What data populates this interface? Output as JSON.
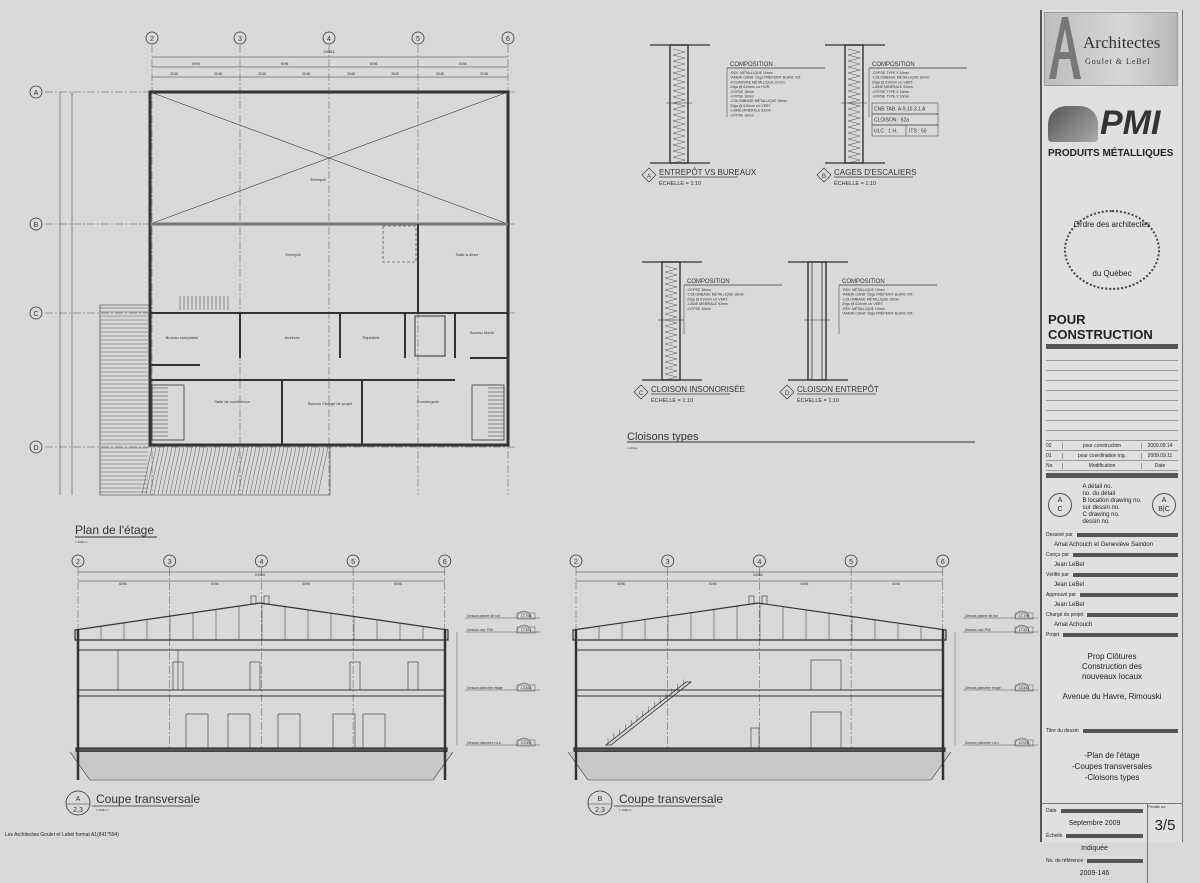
{
  "plan": {
    "title": "Plan de l'étage",
    "scale": "1:100mm",
    "grid_columns": [
      "2",
      "3",
      "4",
      "5",
      "6"
    ],
    "grid_rows": [
      "A",
      "B",
      "C",
      "D"
    ],
    "dim_total": "24384",
    "dim_bay": "6096",
    "dim_half": "3048",
    "rooms": [
      "Entrepôt",
      "Entrepôt",
      "Salle à dîner",
      "Bureau comptable",
      "Archives",
      "Papeterie",
      "Bureau Marie",
      "Salle de conférence",
      "Bureau Chargé de projet",
      "Conciergerie"
    ]
  },
  "details": [
    {
      "letter": "A",
      "title": "ENTREPÔT VS BUREAUX",
      "scale": "ÉCHELLE = 1:10",
      "heading": "COMPOSITION",
      "lines": [
        "-REV. MÉTALLIQUE 19mm",
        "\"AMERI-CANA\" 29ga PRÉPEINT BLANC INT.",
        "-FOURRURE MÉTALLIQUE 22mm",
        "24ga @ 610mm c/c HOR.",
        "-GYPSE 16mm",
        "-GYPSE 16mm",
        "-COLOMBAGE MÉTALLIQUE 92mm",
        "20ga @ 610mm c/c VERT.",
        "-LAINE MINÉRALE 92mm",
        "-GYPSE 16mm"
      ]
    },
    {
      "letter": "B",
      "title": "CAGES D'ESCALIERS",
      "scale": "ÉCHELLE = 1:10",
      "heading": "COMPOSITION",
      "lines": [
        "-GYPSE TYPE X 16mm",
        "-COLOMBAGE MÉTALLIQUE 92mm",
        "20ga @ 610mm c/c VERT.",
        "-LAINE MINÉRALE 92mm",
        "-GYPSE TYPE X 16mm",
        "-GYPSE TYPE X 16mm"
      ],
      "cnb": "CNB TAB. A-9.10.3.1.A",
      "cloison": "CLOISON : 52a",
      "ulc": "ULC : 1 H.",
      "its": "ITS : 50"
    },
    {
      "letter": "C",
      "title": "CLOISON INSONORISÉE",
      "scale": "ÉCHELLE = 1:10",
      "heading": "COMPOSITION",
      "lines": [
        "-GYPSE 16mm",
        "-COLOMBAGE MÉTALLIQUE 92mm",
        "20ga @ 610mm c/c VERT.",
        "-LAINE MINÉRALE 92mm",
        "-GYPSE 16mm"
      ]
    },
    {
      "letter": "D",
      "title": "CLOISON ENTREPÔT",
      "scale": "ÉCHELLE = 1:10",
      "heading": "COMPOSITION",
      "lines": [
        "-REV. MÉTALLIQUE 19mm",
        "\"AMERI-CANA\" 29ga PRÉPEINT BLANC INT.",
        "-COLOMBAGE MÉTALLIQUE 92mm",
        "20ga @ 610mm c/c VERT.",
        "-REV. MÉTALLIQUE 19mm",
        "\"AMERI-CANA\" 29ga PRÉPEINT BLANC INT."
      ]
    }
  ],
  "cloisons": {
    "title": "Cloisons types",
    "scale": "1:10mm"
  },
  "sections": [
    {
      "letter": "A",
      "ref": "2,3",
      "title": "Coupe transversale",
      "scale": "1:100mm"
    },
    {
      "letter": "B",
      "ref": "2,3",
      "title": "Coupe transversale",
      "scale": "1:100mm"
    }
  ],
  "levels": [
    {
      "label": "Dessus panne de toit",
      "value": "17.798"
    },
    {
      "label": "Dessus mur PMI",
      "value": "17.521"
    },
    {
      "label": "Dessus plancher étage",
      "value": "13.543"
    },
    {
      "label": "Dessus plancher r.d.c.",
      "value": "10.000"
    }
  ],
  "titleblock": {
    "arch_logo": "Architectes",
    "arch_logo_sub": "Goulet & LeBel",
    "pmi_logo": "PMI",
    "pmi_sub": "PRODUITS MÉTALLIQUES",
    "seal_top": "Ordre des architectes",
    "seal_bottom": "du Québec",
    "status": "POUR CONSTRUCTION",
    "revisions": [
      {
        "no": "02",
        "mod": "pour construction",
        "date": "2009.09.14"
      },
      {
        "no": "01",
        "mod": "pour coordination ing.",
        "date": "2009.09.11"
      }
    ],
    "rev_header": {
      "no": "No.",
      "mod": "Modification",
      "date": "Date"
    },
    "legend_text": [
      "A détail no.",
      "no. du détail",
      "B location drawing no.",
      "sur dessin no.",
      "C drawing no.",
      "dessin no."
    ],
    "drawn_label": "Dessiné par",
    "drawn": "Amal Achouch et Geneviève Saindon",
    "designed_label": "Conçu par",
    "designed": "Jean LeBel",
    "checked_label": "Vérifié par",
    "checked": "Jean LeBel",
    "approved_label": "Approuvé par",
    "approved": "Jean LeBel",
    "pm_label": "Chargé de projet",
    "pm": "Amal Achouch",
    "project_label": "Projet",
    "project": [
      "Prop Clôtures",
      "Construction des",
      "nouveaux locaux"
    ],
    "address": "Avenue du Havre, Rimouski",
    "drawing_title_label": "Titre du dessin",
    "drawing_title": [
      "-Plan de l'étage",
      "-Coupes transversales",
      "-Cloisons types"
    ],
    "date_label": "Date",
    "date": "Septembre 2009",
    "scale_label": "Échelle",
    "scale": "Indiquée",
    "ref_label": "No. de référence",
    "ref": "2009-146",
    "sheet_label": "Feuille no.",
    "sheet": "3/5"
  },
  "footer": "Les Architectes Goulet et Lebel format A1(841*594)"
}
